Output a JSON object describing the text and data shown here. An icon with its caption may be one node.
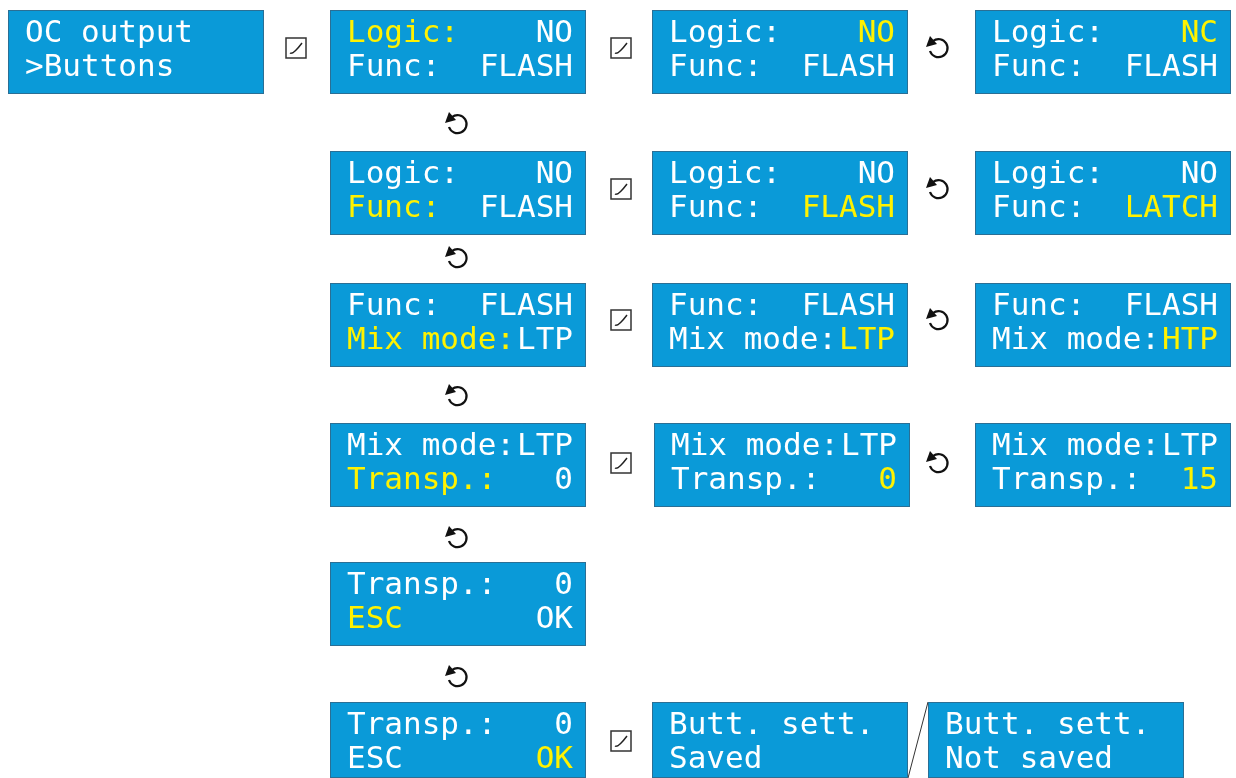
{
  "diagram": {
    "nodes": [
      {
        "text": [
          "OC output",
          ">Buttons"
        ]
      },
      {
        "text": [
          "Logic:",
          "NO",
          "Func:",
          "FLASH"
        ]
      },
      {
        "text": [
          "Logic:",
          "NO",
          "Func:",
          "FLASH"
        ]
      },
      {
        "text": [
          "Logic:",
          "NC",
          "Func:",
          "FLASH"
        ]
      },
      {
        "text": [
          "Logic:",
          "NO",
          "Func:",
          "FLASH"
        ]
      },
      {
        "text": [
          "Logic:",
          "NO",
          "Func:",
          "FLASH"
        ]
      },
      {
        "text": [
          "Logic:",
          "NO",
          "Func:",
          "LATCH"
        ]
      },
      {
        "text": [
          "Func:",
          "FLASH",
          "Mix mode:",
          "LTP"
        ]
      },
      {
        "text": [
          "Func:",
          "FLASH",
          "Mix mode:",
          "LTP"
        ]
      },
      {
        "text": [
          "Func:",
          "FLASH",
          "Mix mode:",
          "HTP"
        ]
      },
      {
        "text": [
          "Mix mode:",
          "LTP",
          "Transp.:",
          "0"
        ]
      },
      {
        "text": [
          "Mix mode:",
          "LTP",
          "Transp.:",
          "0"
        ]
      },
      {
        "text": [
          "Mix mode:",
          "LTP",
          "Transp.:",
          "15"
        ]
      },
      {
        "text": [
          "Transp.:",
          "0",
          "ESC",
          "OK"
        ]
      },
      {
        "text": [
          "Transp.:",
          "0",
          "ESC",
          "OK"
        ]
      },
      {
        "text": [
          "Butt. sett.",
          "Saved"
        ]
      },
      {
        "text": [
          "Butt. sett.",
          "Not saved"
        ]
      }
    ]
  }
}
